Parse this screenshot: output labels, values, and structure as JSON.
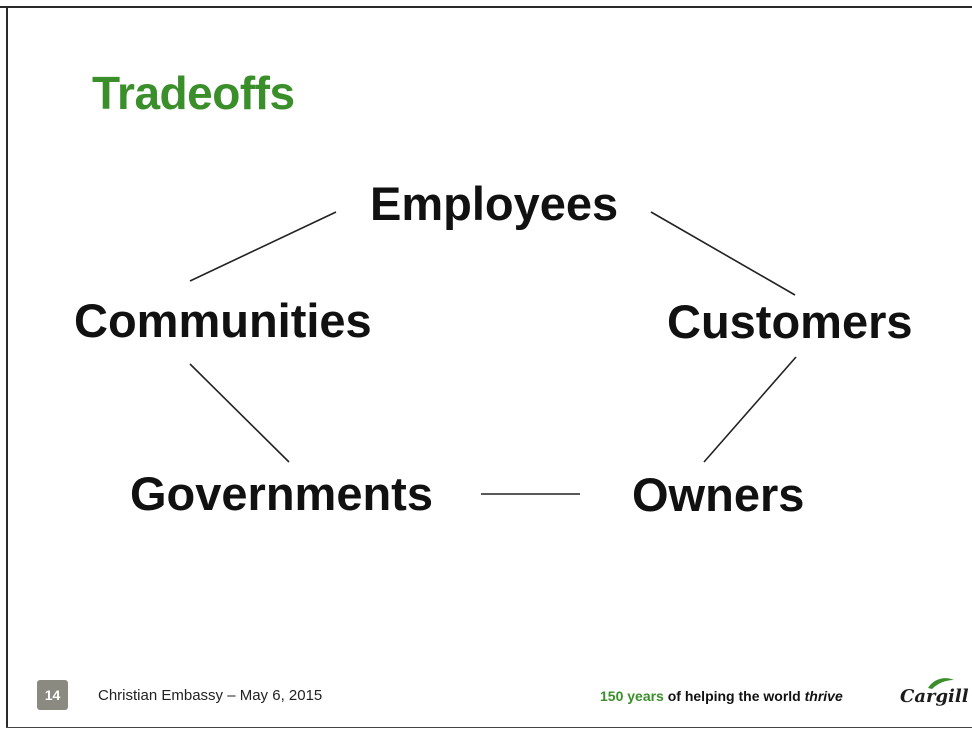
{
  "slide": {
    "title": "Tradeoffs",
    "nodes": {
      "employees": "Employees",
      "communities": "Communities",
      "customers": "Customers",
      "governments": "Governments",
      "owners": "Owners"
    },
    "connections": [
      [
        "Employees",
        "Communities"
      ],
      [
        "Employees",
        "Customers"
      ],
      [
        "Communities",
        "Governments"
      ],
      [
        "Customers",
        "Owners"
      ],
      [
        "Governments",
        "Owners"
      ]
    ]
  },
  "footer": {
    "page_number": "14",
    "event": "Christian Embassy – May 6, 2015",
    "tagline_green": "150 years",
    "tagline_middle": " of helping the world ",
    "tagline_italic": "thrive",
    "logo_text": "Cargill"
  },
  "colors": {
    "title": "#3a8f2a",
    "text": "#111111",
    "badge": "#8a8a80"
  }
}
